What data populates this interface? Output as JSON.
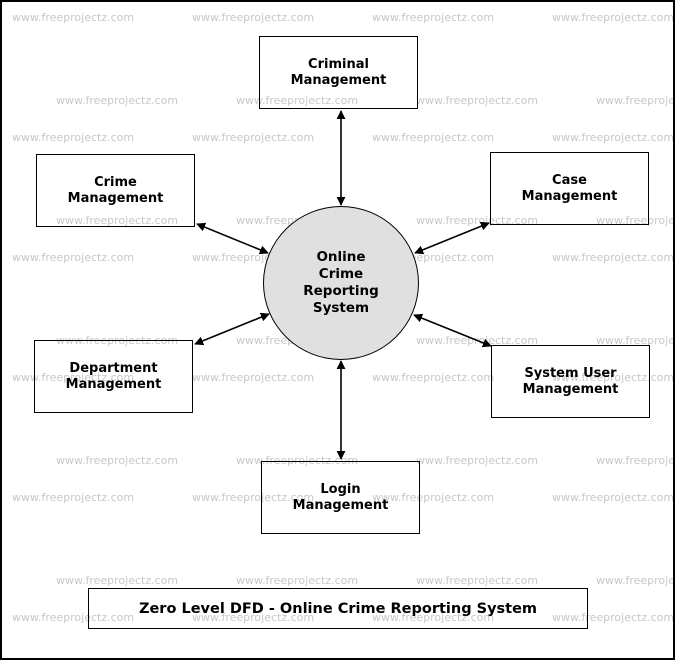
{
  "watermark": "www.freeprojectz.com",
  "central_process": {
    "label": "Online\nCrime\nReporting\nSystem",
    "fill": "#e0e0e0"
  },
  "entities": {
    "criminal": "Criminal\nManagement",
    "crime": "Crime\nManagement",
    "case": "Case\nManagement",
    "department": "Department\nManagement",
    "system_user": "System User\nManagement",
    "login": "Login\nManagement"
  },
  "caption": "Zero Level DFD - Online Crime Reporting System",
  "colors": {
    "stroke": "#000000",
    "watermark": "#c8c8c8",
    "background": "#ffffff"
  }
}
